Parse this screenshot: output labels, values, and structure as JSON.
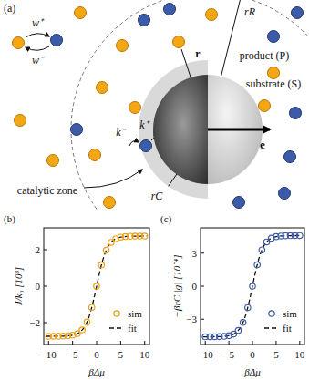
{
  "diagram": {
    "nodes": [
      {
        "text": [
          "e"
        ]
      }
    ],
    "labels": [
      "(a)",
      "w⁺",
      "w⁻",
      "rR",
      "r",
      "product (P)",
      "substrate (S)",
      "k⁻",
      "k⁺",
      "rC",
      "catalytic zone",
      "(b)",
      "J/k₀ [10³]",
      "2",
      "0",
      "−2",
      "−10",
      "−5",
      "0",
      "5",
      "10",
      "βΔμ",
      "(c)",
      "−βrC |g| [10⁻⁴]",
      "3",
      "0",
      "−3",
      "−10",
      "−5",
      "0",
      "5",
      "10",
      "βΔμ"
    ],
    "legend": [
      {
        "text": "sim"
      },
      {
        "text": "fit"
      },
      {
        "text": "sim"
      },
      {
        "text": "fit"
      }
    ]
  }
}
